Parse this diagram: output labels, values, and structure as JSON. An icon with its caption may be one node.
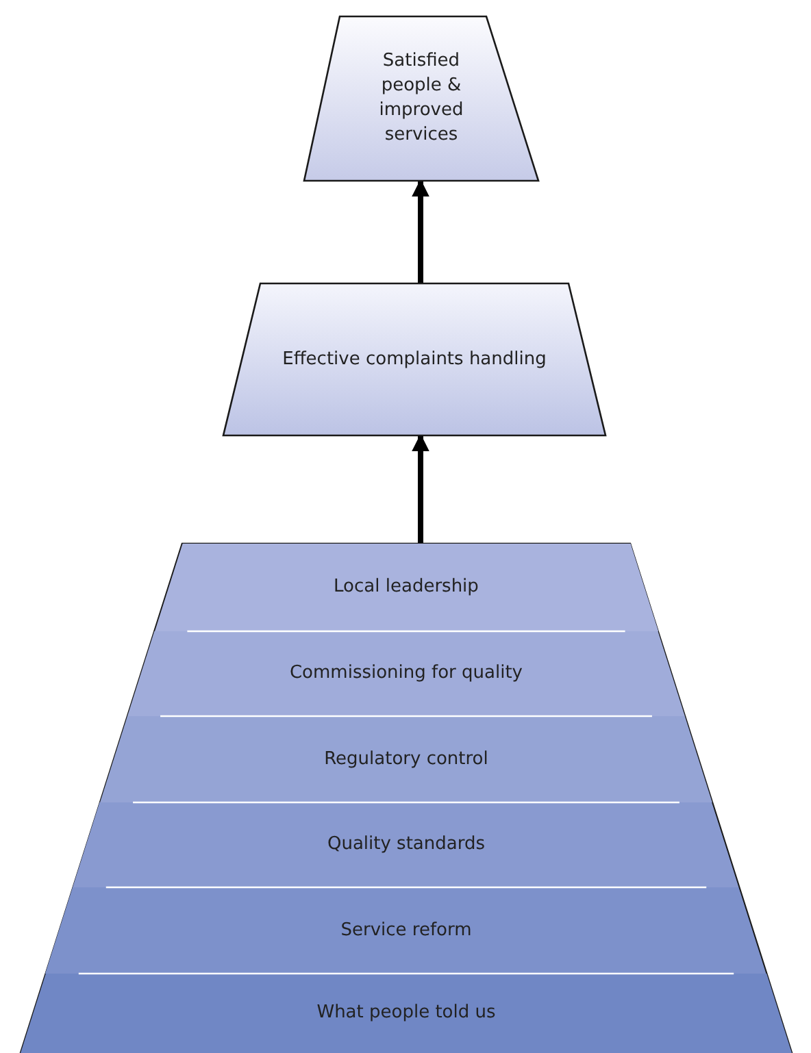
{
  "diagram": {
    "nodes": [
      {
        "text": [
          "Satisfied people & improved services"
        ]
      },
      {
        "text": [
          "Effective complaints handling"
        ]
      },
      {
        "text": [],
        "shape": "trapezoid"
      },
      {
        "text": [
          "Local leadership"
        ],
        "in": 2
      },
      {
        "text": [
          "Commissioning for quality"
        ],
        "in": 2
      },
      {
        "text": [
          "Regulatory control"
        ],
        "in": 2
      },
      {
        "text": [
          "Quality standards"
        ],
        "in": 2
      },
      {
        "text": [
          "Service reform"
        ],
        "in": 2
      },
      {
        "text": [
          "What people told us"
        ],
        "in": 2
      }
    ],
    "edges": [
      {
        "from": 2,
        "to": 1,
        "arrow": "to"
      },
      {
        "from": 1,
        "to": 0,
        "arrow": "to"
      }
    ]
  }
}
